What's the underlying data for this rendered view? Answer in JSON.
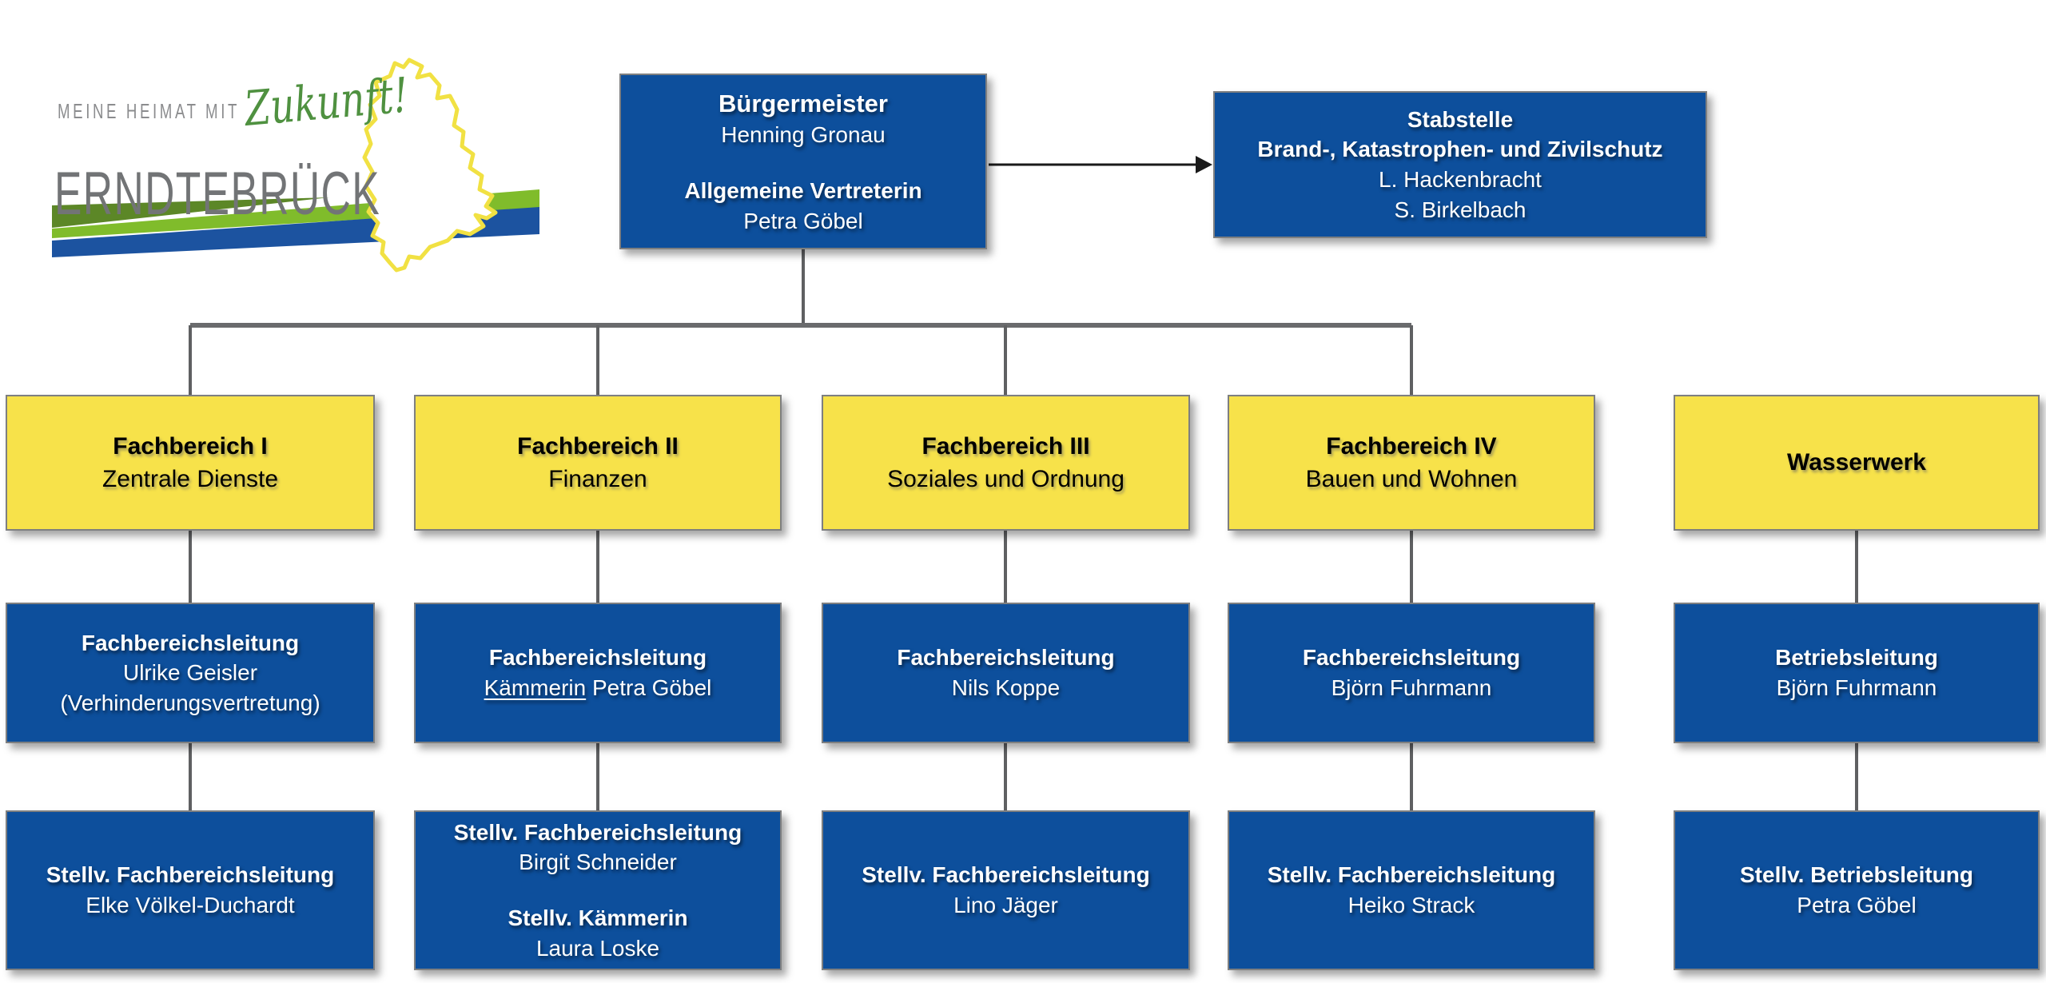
{
  "logo": {
    "tagline": "MEINE HEIMAT MIT",
    "tagline_script": "Zukunft!",
    "wordmark": "ERNDTEBRÜCK"
  },
  "colors": {
    "box_blue": "#0d4f9c",
    "box_yellow": "#f7e24a",
    "box_border_gray": "#7e7f80",
    "connector_gray": "#5f6062",
    "arrow_black": "#1a1a1a",
    "logo_gray": "#76777a",
    "logo_green_script": "#4f9140",
    "logo_green_dark": "#5c8727",
    "logo_green_light": "#80bc2b",
    "logo_blue": "#1c53a0",
    "logo_yellow": "#f1e143"
  },
  "mayor": {
    "title": "Bürgermeister",
    "name": "Henning Gronau",
    "deputy_title": "Allgemeine Vertreterin",
    "deputy_name": "Petra Göbel"
  },
  "staff_unit": {
    "title": "Stabstelle",
    "subtitle": "Brand-, Katastrophen- und Zivilschutz",
    "member1": "L. Hackenbracht",
    "member2": "S. Birkelbach"
  },
  "departments": [
    {
      "title": "Fachbereich I",
      "subtitle": "Zentrale Dienste",
      "head_role": "Fachbereichsleitung",
      "head_name": "Ulrike Geisler",
      "head_note": "(Verhinderungsvertretung)",
      "deputy_role": "Stellv. Fachbereichsleitung",
      "deputy_name": "Elke Völkel-Duchardt"
    },
    {
      "title": "Fachbereich II",
      "subtitle": "Finanzen",
      "head_role": "Fachbereichsleitung",
      "head_title_underlined": "Kämmerin",
      "head_name": "Petra Göbel",
      "deputy_role": "Stellv. Fachbereichsleitung",
      "deputy_name": "Birgit Schneider",
      "deputy2_role": "Stellv. Kämmerin",
      "deputy2_name": "Laura Loske"
    },
    {
      "title": "Fachbereich III",
      "subtitle": "Soziales und Ordnung",
      "head_role": "Fachbereichsleitung",
      "head_name": "Nils Koppe",
      "deputy_role": "Stellv. Fachbereichsleitung",
      "deputy_name": "Lino Jäger"
    },
    {
      "title": "Fachbereich IV",
      "subtitle": "Bauen und Wohnen",
      "head_role": "Fachbereichsleitung",
      "head_name": "Björn Fuhrmann",
      "deputy_role": "Stellv. Fachbereichsleitung",
      "deputy_name": "Heiko Strack"
    },
    {
      "title": "Wasserwerk",
      "subtitle": "",
      "head_role": "Betriebsleitung",
      "head_name": "Björn Fuhrmann",
      "deputy_role": "Stellv. Betriebsleitung",
      "deputy_name": "Petra Göbel"
    }
  ]
}
